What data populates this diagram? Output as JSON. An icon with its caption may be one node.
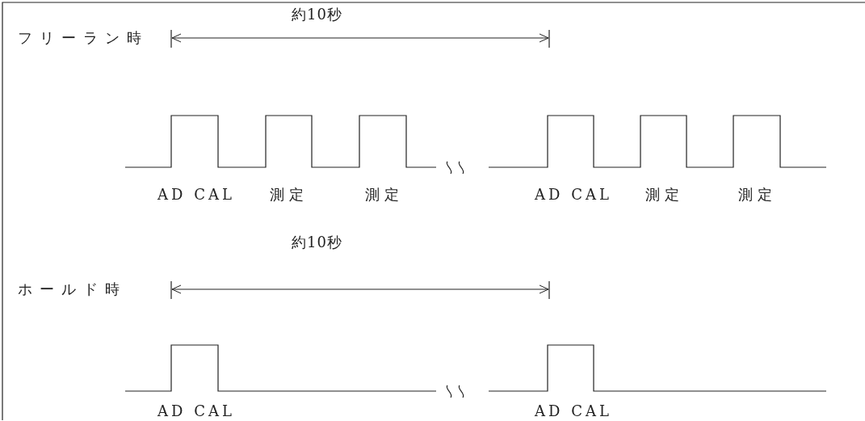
{
  "diagram": {
    "labels": [
      "約10秒",
      "フリーラン時",
      "AD CAL",
      "測定",
      "測定",
      "AD CAL",
      "測定",
      "測定",
      "約10秒",
      "ホールド時",
      "AD CAL",
      "AD CAL"
    ]
  }
}
